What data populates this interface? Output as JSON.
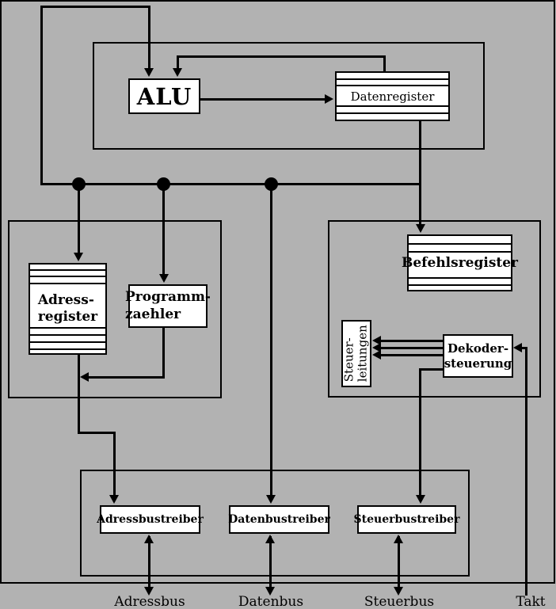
{
  "diagram_title": "CPU internal architecture block diagram",
  "colors": {
    "background": "#b2b2b2",
    "box_fill": "#ffffff",
    "line": "#000000"
  },
  "blocks": {
    "alu": {
      "label": "ALU"
    },
    "datenregister": {
      "label": "Datenregister"
    },
    "befehlsregister": {
      "label": "Befehlsregister"
    },
    "adressregister": {
      "line1": "Adress-",
      "line2": "register"
    },
    "programmzaehler": {
      "line1": "Programm-",
      "line2": "zaehler"
    },
    "steuerleitungen": {
      "line1": "Steuer-",
      "line2": "leitungen"
    },
    "dekodersteuerung": {
      "line1": "Dekoder-",
      "line2": "steuerung"
    },
    "adressbustreiber": {
      "label": "Adressbustreiber"
    },
    "datenbustreiber": {
      "label": "Datenbustreiber"
    },
    "steuerbustreiber": {
      "label": "Steuerbustreiber"
    }
  },
  "bus_labels": {
    "adressbus": "Adressbus",
    "datenbus": "Datenbus",
    "steuerbus": "Steuerbus",
    "takt": "Takt"
  }
}
